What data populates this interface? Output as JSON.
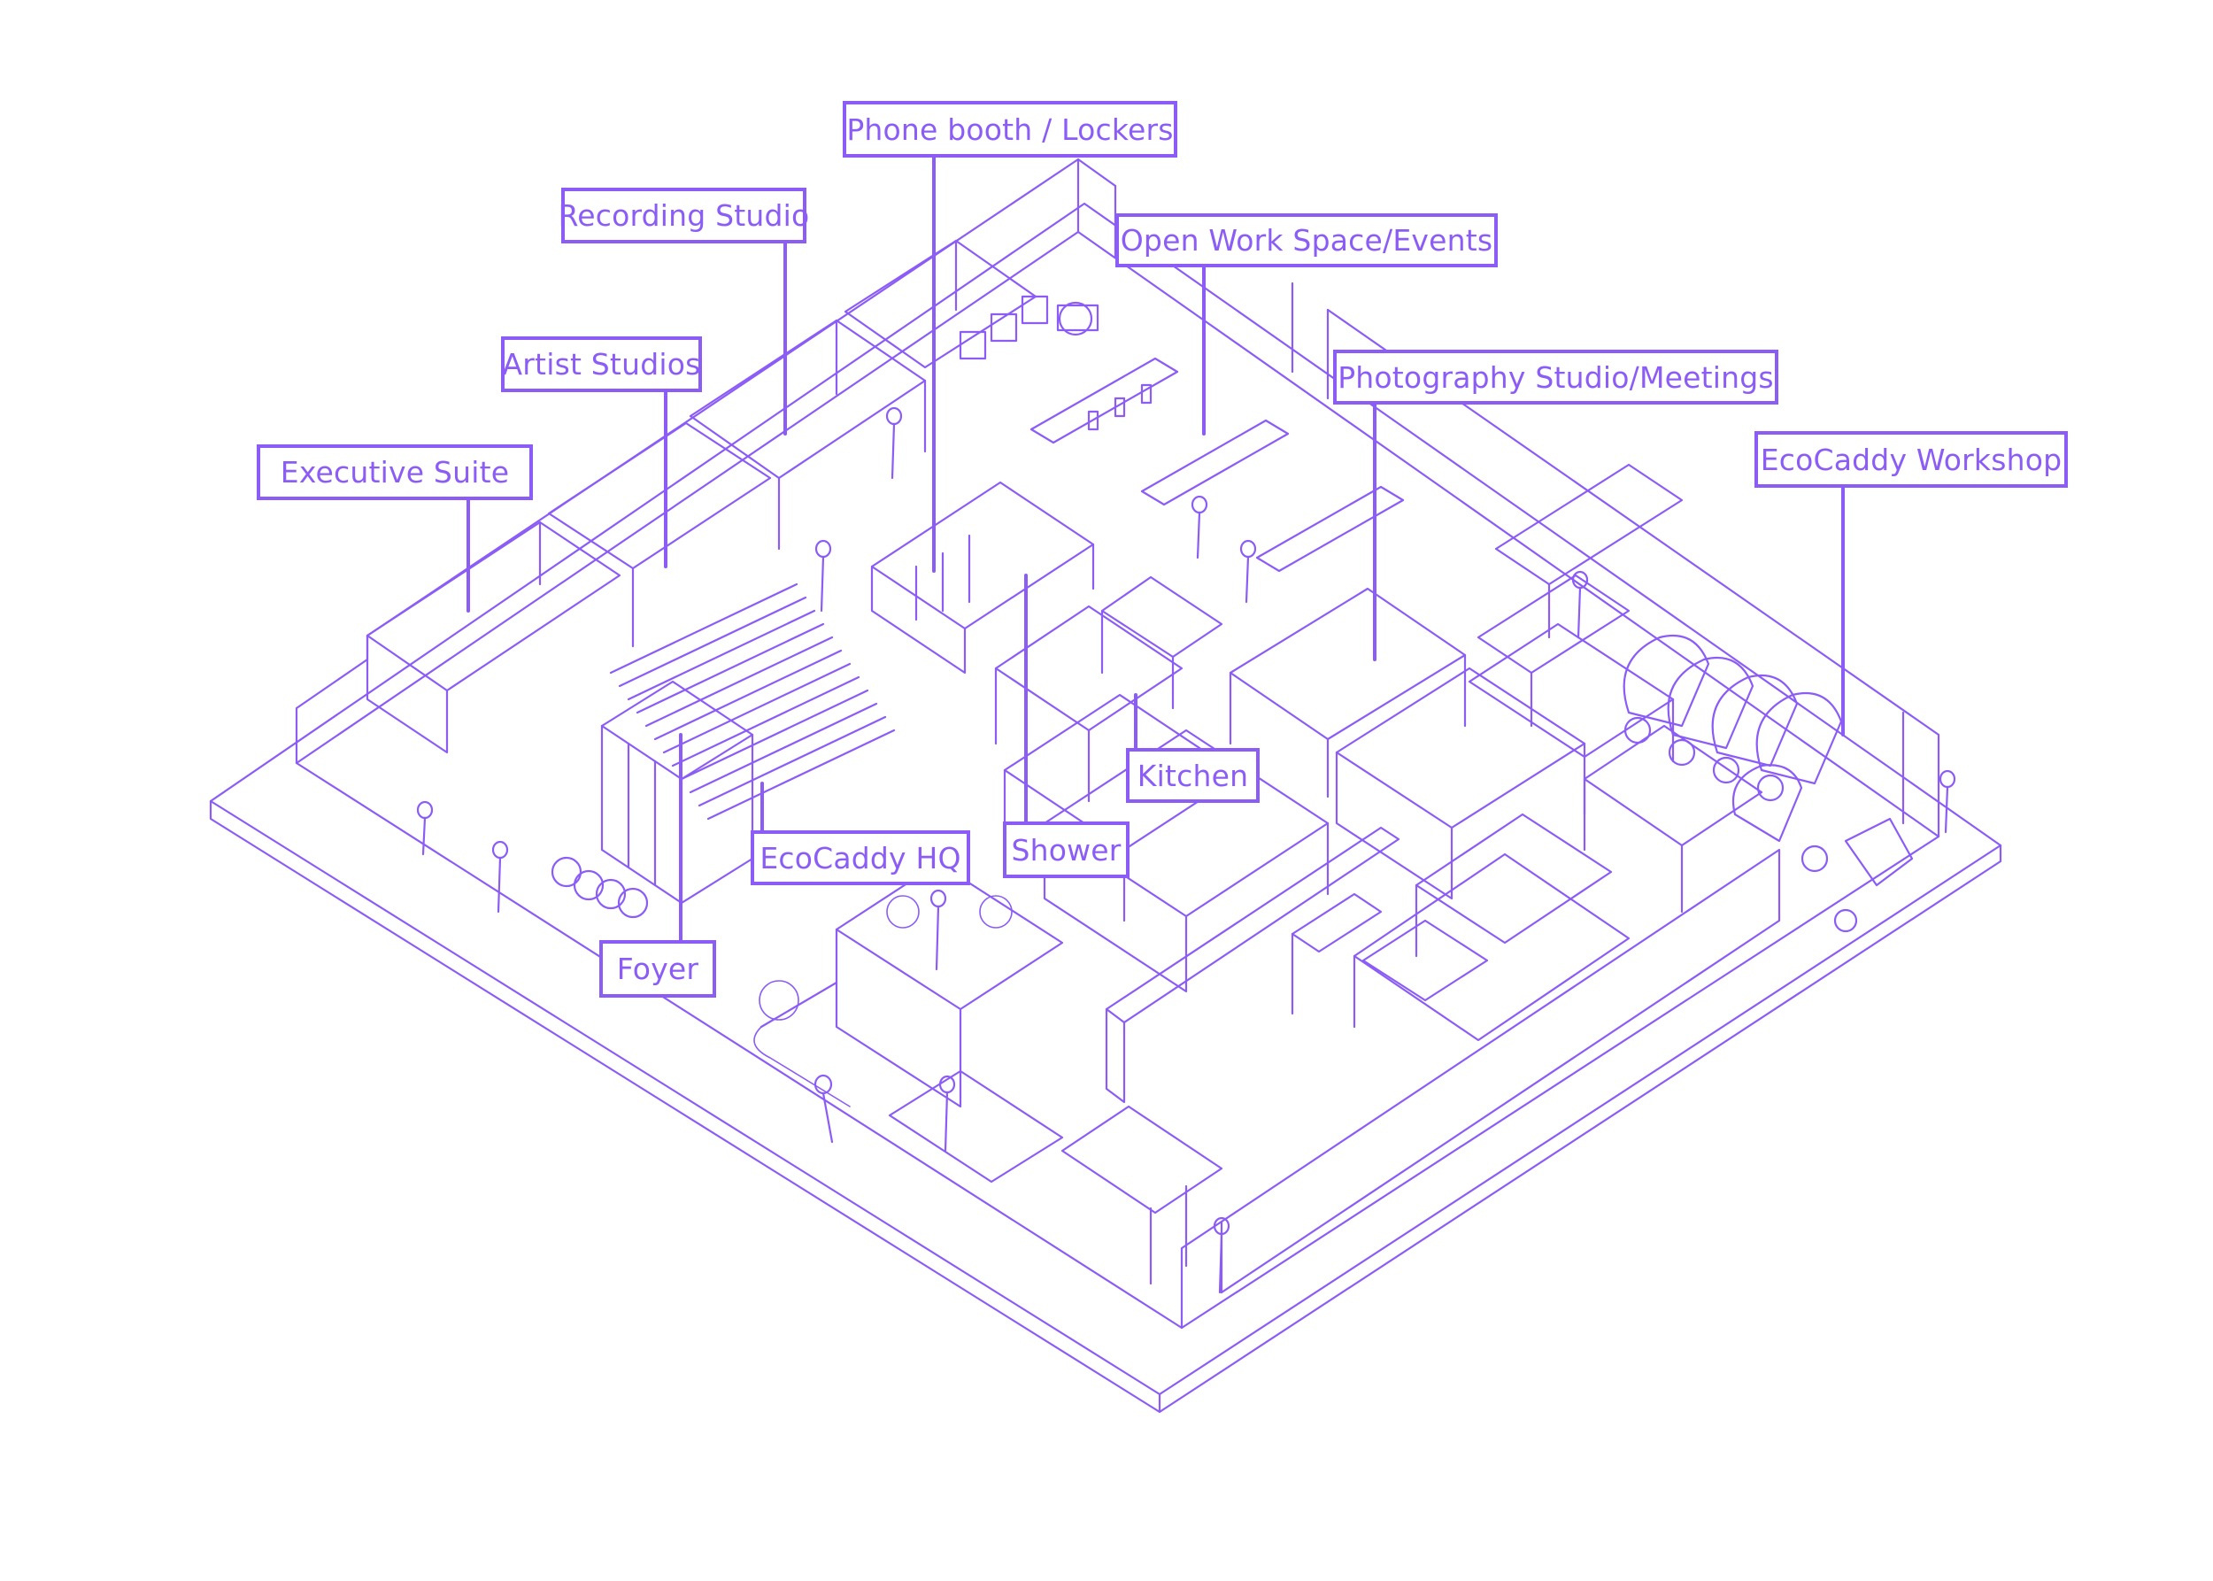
{
  "palette": {
    "line": "#8b5cf6",
    "background": "#ffffff"
  },
  "labels": {
    "phone_booth": "Phone booth / Lockers",
    "recording_studio": "Recording Studio",
    "open_work_space": "Open Work Space/Events",
    "artist_studios": "Artist Studios",
    "photography_studio": "Photography Studio/Meetings",
    "executive_suite": "Executive Suite",
    "ecocaddy_workshop": "EcoCaddy Workshop",
    "kitchen": "Kitchen",
    "ecocaddy_hq": "EcoCaddy HQ",
    "shower": "Shower",
    "foyer": "Foyer"
  }
}
